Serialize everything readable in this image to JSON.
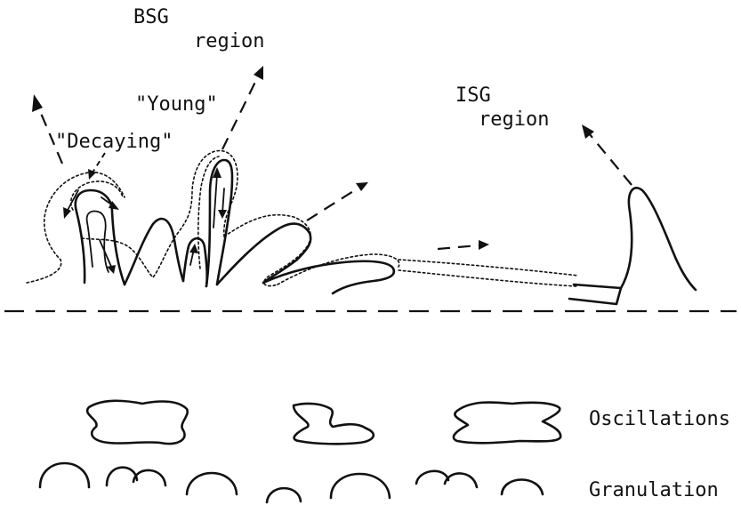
{
  "labels": {
    "bsg_line1": "BSG",
    "bsg_line2": "region",
    "young": "\"Young\"",
    "decaying": "\"Decaying\"",
    "isg_line1": "ISG",
    "isg_line2": "region",
    "oscillations": "Oscillations",
    "granulation": "Granulation"
  }
}
